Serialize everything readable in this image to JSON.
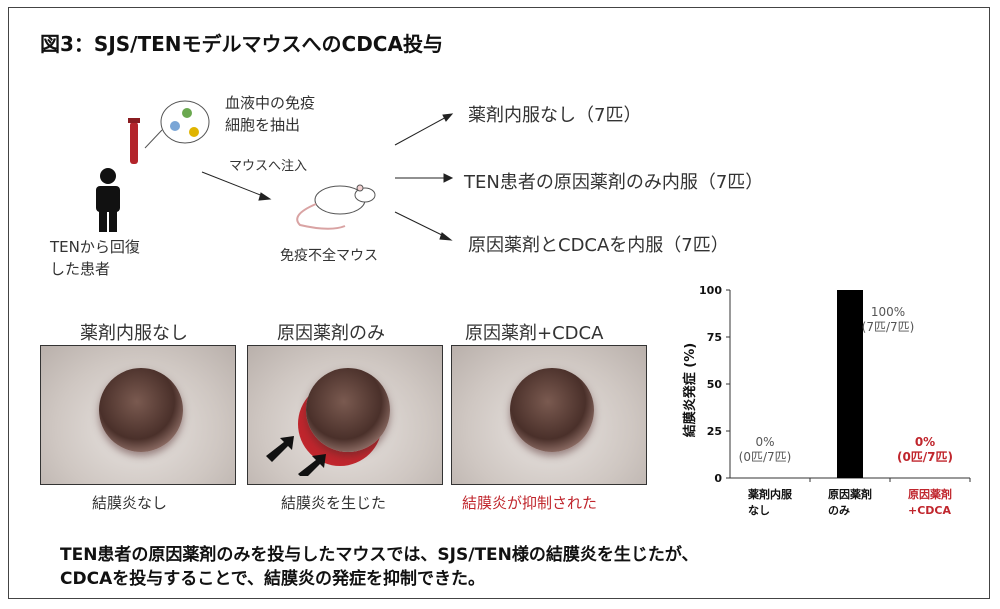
{
  "title": "図3：SJS/TENモデルマウスへのCDCA投与",
  "diagram": {
    "extract_label_1": "血液中の免疫",
    "extract_label_2": "細胞を抽出",
    "inject_label": "マウスへ注入",
    "patient_label_1": "TENから回復",
    "patient_label_2": "した患者",
    "mouse_label": "免疫不全マウス",
    "groups": [
      "薬剤内服なし（7匹）",
      "TEN患者の原因薬剤のみ内服（7匹）",
      "原因薬剤とCDCAを内服（7匹）"
    ]
  },
  "photos": [
    {
      "heading": "薬剤内服なし",
      "caption": "結膜炎なし"
    },
    {
      "heading": "原因薬剤のみ",
      "caption": "結膜炎を生じた"
    },
    {
      "heading": "原因薬剤+CDCA",
      "caption": "結膜炎が抑制された"
    }
  ],
  "colors": {
    "accent": "#c0262d",
    "bar": "#000000"
  },
  "chart_data": {
    "type": "bar",
    "ylabel": "結膜炎発症 (%)",
    "ylim": [
      0,
      100
    ],
    "yticks": [
      "0",
      "25",
      "50",
      "75",
      "100"
    ],
    "categories": [
      {
        "line1": "薬剤内服",
        "line2": "なし"
      },
      {
        "line1": "原因薬剤",
        "line2": "のみ"
      },
      {
        "line1": "原因薬剤",
        "line2": "+CDCA"
      }
    ],
    "values": [
      0,
      100,
      0
    ],
    "labels": [
      {
        "pct": "0%",
        "count": "(0匹/7匹)"
      },
      {
        "pct": "100%",
        "count": "(7匹/7匹)"
      },
      {
        "pct": "0%",
        "count": "(0匹/7匹)"
      }
    ]
  },
  "conclusion_1": "TEN患者の原因薬剤のみを投与したマウスでは、SJS/TEN様の結膜炎を生じたが、",
  "conclusion_2": "CDCAを投与することで、結膜炎の発症を抑制できた。"
}
